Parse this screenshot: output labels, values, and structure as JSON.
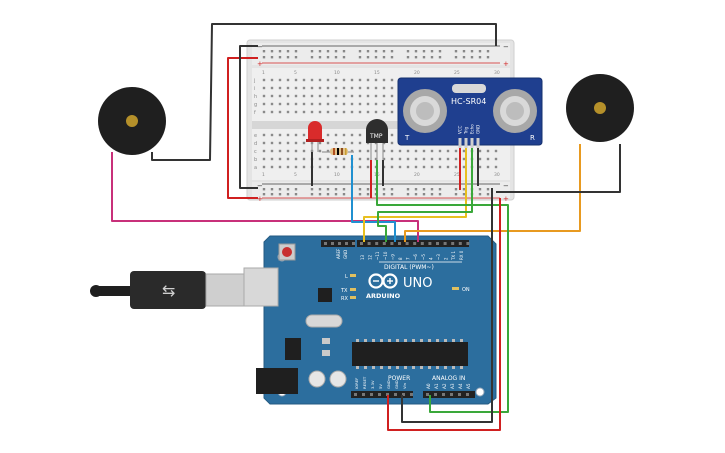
{
  "arduino": {
    "logo": "ARDUINO",
    "model": "UNO",
    "digital_label": "DIGITAL (PWM~)",
    "power_label": "POWER",
    "analog_label": "ANALOG IN",
    "on_label": "ON",
    "l_label": "L",
    "tx_label": "TX",
    "rx_label": "RX",
    "top_left_pins": [
      "AREF",
      "GND"
    ],
    "digital_pins": [
      "13",
      "12",
      "~11",
      "~10",
      "~9",
      "8",
      "7",
      "~6",
      "~5",
      "4",
      "~3",
      "2",
      "TX 1",
      "RX 0"
    ],
    "power_pins": [
      "IOREF",
      "RESET",
      "3.3V",
      "5V",
      "GND",
      "GND",
      "Vin"
    ],
    "analog_pins": [
      "A0",
      "A1",
      "A2",
      "A3",
      "A4",
      "A5"
    ]
  },
  "breadboard": {
    "row_letters_top": [
      "j",
      "i",
      "h",
      "g",
      "f"
    ],
    "row_letters_bottom": [
      "e",
      "d",
      "c",
      "b",
      "a"
    ],
    "column_numbers": [
      "1",
      "5",
      "10",
      "15",
      "20",
      "25",
      "30"
    ]
  },
  "sensor": {
    "name": "HC-SR04",
    "pins": [
      "VCC",
      "Trig",
      "Echo",
      "GND"
    ],
    "left_mark": "T",
    "right_mark": "R"
  },
  "temp_sensor": {
    "label": "TMP"
  },
  "colors": {
    "board": "#2c6e9e",
    "breadboard": "#e6e6e6",
    "wire_red": "#d02020",
    "wire_black": "#333333",
    "wire_green": "#3aa83a",
    "wire_yellow": "#e8c020",
    "wire_blue": "#2090d0",
    "wire_orange": "#e89a20",
    "wire_magenta": "#c8307a",
    "led": "#d92b2b",
    "buzzer": "#1f1f1f"
  }
}
